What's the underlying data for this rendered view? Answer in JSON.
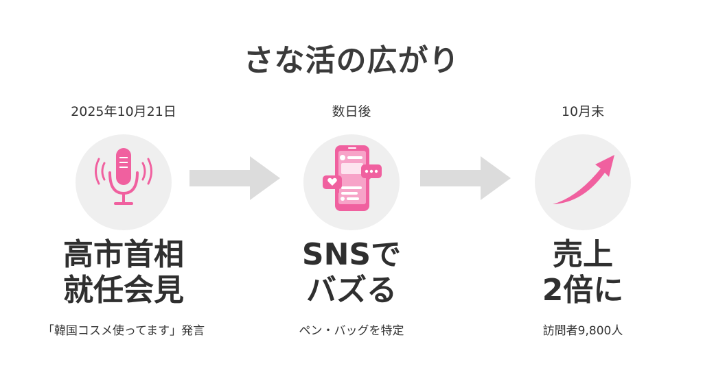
{
  "title": "さな活の広がり",
  "colors": {
    "accent": "#f0609f",
    "accent_light": "#f7a3c8",
    "circle_bg": "#efefef",
    "arrow": "#dcdcdc"
  },
  "steps": [
    {
      "date": "2025年10月21日",
      "icon": "microphone-icon",
      "headline_lines": [
        "高市首相",
        "就任会見"
      ],
      "caption": "「韓国コスメ使ってます」発言"
    },
    {
      "date": "数日後",
      "icon": "smartphone-social-icon",
      "headline_lines": [
        "SNSで",
        "バズる"
      ],
      "caption": "ペン・バッグを特定"
    },
    {
      "date": "10月末",
      "icon": "trend-up-arrow-icon",
      "headline_lines": [
        "売上",
        "2倍に"
      ],
      "caption": "訪問者9,800人"
    }
  ],
  "connector_icon": "right-arrow-icon"
}
